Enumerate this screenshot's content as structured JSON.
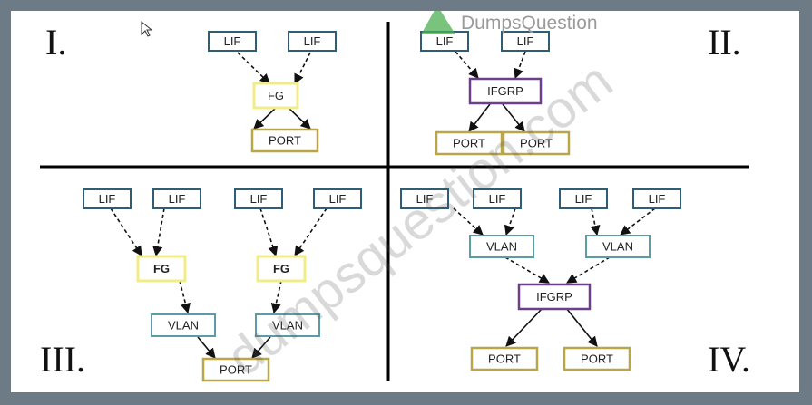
{
  "quadrants": {
    "q1": {
      "numeral": "I.",
      "boxes": {
        "lif_a": "LIF",
        "lif_b": "LIF",
        "fg": "FG",
        "port": "PORT"
      }
    },
    "q2": {
      "numeral": "II.",
      "boxes": {
        "lif_a": "LIF",
        "lif_b": "LIF",
        "ifgrp": "IFGRP",
        "port_a": "PORT",
        "port_b": "PORT"
      }
    },
    "q3": {
      "numeral": "III.",
      "boxes": {
        "lif_a": "LIF",
        "lif_b": "LIF",
        "lif_c": "LIF",
        "lif_d": "LIF",
        "fg_a": "FG",
        "fg_b": "FG",
        "vlan_a": "VLAN",
        "vlan_b": "VLAN",
        "port": "PORT"
      }
    },
    "q4": {
      "numeral": "IV.",
      "boxes": {
        "lif_a": "LIF",
        "lif_b": "LIF",
        "lif_c": "LIF",
        "lif_d": "LIF",
        "vlan_a": "VLAN",
        "vlan_b": "VLAN",
        "ifgrp": "IFGRP",
        "port_a": "PORT",
        "port_b": "PORT"
      }
    }
  },
  "colors": {
    "lif": "#2f5d73",
    "fg": "#f2ec86",
    "port": "#b8a648",
    "ifgrp": "#6b3f8c",
    "vlan": "#5c9ba8",
    "brand": "#4caf50"
  },
  "watermark": {
    "brand": "DumpsQuestion",
    "diagonal": "dumpsquestion.com"
  }
}
